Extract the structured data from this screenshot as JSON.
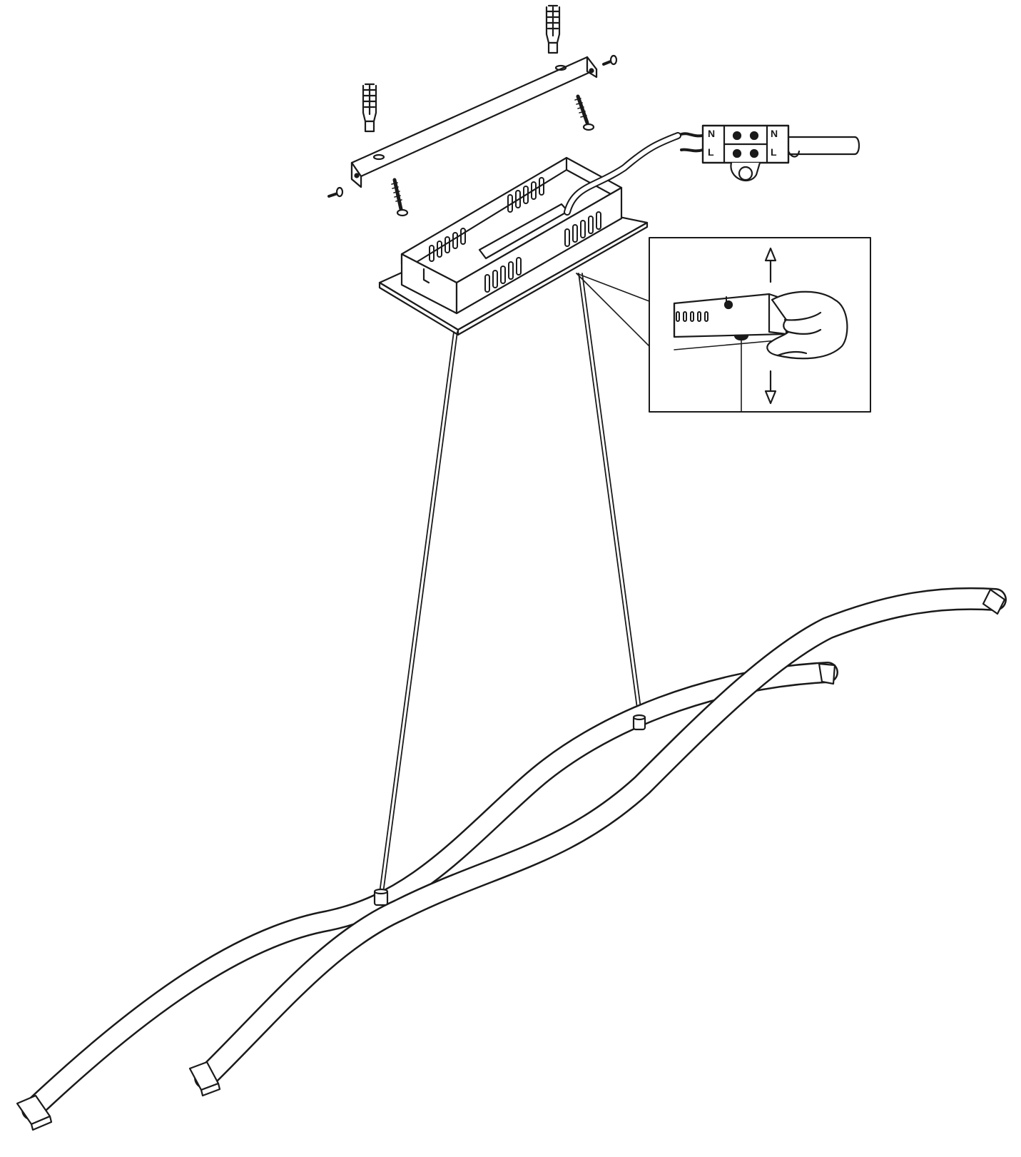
{
  "diagram": {
    "connector_labels": [
      "N",
      "L",
      "N",
      "L"
    ],
    "line_color": "#1a1a1a",
    "background_color": "#ffffff",
    "inset_arrows": [
      "up-arrow",
      "down-arrow"
    ]
  }
}
